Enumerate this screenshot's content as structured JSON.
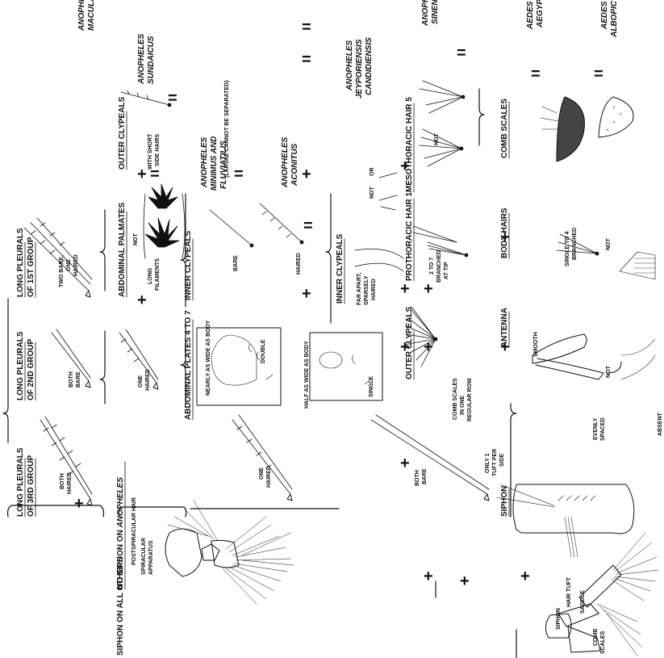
{
  "headings": {
    "no_siphon": "NO SIPHON ON",
    "no_siphon_genus": "ANOPHELES",
    "siphon_all_others": "SIPHON ON ALL OTHERS",
    "long_pleurals_3rd_a": "LONG PLEURALS",
    "long_pleurals_3rd_b": "OF 3RD GROUP",
    "long_pleurals_2nd_a": "LONG PLEURALS",
    "long_pleurals_2nd_b": "OF 2ND GROUP",
    "long_pleurals_1st_a": "LONG PLEURALS",
    "long_pleurals_1st_b": "OF 1ST GROUP",
    "abdominal_plates": "ABDOMINAL PLATES 4 TO 7",
    "abdominal_palmates": "ABDOMINAL PALMATES",
    "inner_clypeals_a": "INNER CLYPEALS",
    "inner_clypeals_b": "INNER CLYPEALS",
    "outer_clypeals_a": "OUTER CLYPEALS",
    "outer_clypeals_b": "OUTER CLYPEALS",
    "prothoracic": "PROTHORACIC HAIR 1",
    "mesothoracic": "MESOTHORACIC HAIR 5",
    "siphon": "SIPHON",
    "antenna": "ANTENNA",
    "body_hairs": "BODY HAIRS",
    "comb_scales": "COMB SCALES"
  },
  "labels": {
    "postspiracular": "POSTSPIRACULAR HAIR",
    "spiracular_a": "SPIRACULAR",
    "spiracular_b": "APPARATUS",
    "hair_tuft": "HAIR TUFT",
    "saddle": "SADDLE",
    "siphon_small": "SIPHON",
    "comb_a": "COMB",
    "comb_b": "SCALES",
    "both_haired_a": "BOTH",
    "both_haired_b": "HAIRED",
    "one_haired_a": "ONE",
    "one_haired_b": "HAIRED",
    "both_bare_a": "BOTH",
    "both_bare_b": "BARE",
    "two_bare_a": "TWO BARE,",
    "two_bare_b": "ONE",
    "two_bare_c": "HAIRED",
    "long_filaments_a": "LONG",
    "long_filaments_b": "FILAMENTS",
    "not": "NOT",
    "or": "OR",
    "nearly_wide": "NEARLY AS WIDE AS BODY",
    "half_wide": "HALF AS WIDE AS BODY",
    "double": "DOUBLE",
    "single": "SINGLE",
    "bare": "BARE",
    "haired": "HAIRED",
    "far_apart_a": "FAR APART,",
    "far_apart_b": "SPARSELY",
    "far_apart_c": "HAIRED",
    "short_side_a": "WITH SHORT",
    "short_side_b": "SIDE HAIRS",
    "two_to_seven_a": "2 TO 7",
    "two_to_seven_b": "BRANCHED",
    "two_to_seven_c": "AT TIP",
    "smooth": "SMOOTH",
    "single_to_4_a": "SINGLE TO 4",
    "single_to_4_b": "BRANCHED",
    "only1_a": "ONLY 1",
    "only1_b": "TUFT PER",
    "only1_c": "SIDE",
    "evenly_a": "EVENLY",
    "evenly_b": "SPACED",
    "comb_row_a": "COMB SCALES",
    "comb_row_b": "IN ONE",
    "comb_row_c": "REGULAR ROW",
    "absent": "ABSENT",
    "larvae_note": "(LARVAE CANNOT BE SEPARATED)"
  },
  "species": {
    "maculatus_a": "ANOPHELES",
    "maculatus_b": "MACULATUS",
    "sundaicus_a": "ANOPHELES",
    "sundaicus_b": "SUNDAICUS",
    "minimus_a": "ANOPHELES",
    "minimus_b": "MINIMUS AND",
    "minimus_c": "FLUVIATILIS",
    "aconitus_a": "ANOPHELES",
    "aconitus_b": "ACONITUS",
    "jeypor_a": "ANOPHELES",
    "jeypor_b": "JEYPORIENSIS",
    "jeypor_c": "CANDIDIENSIS",
    "sinensis_a": "ANOPHELES",
    "sinensis_b": "SINENSIS",
    "aegypti_a": "AEDES",
    "aegypti_b": "AEGYPTI",
    "albopictus_a": "AEDES",
    "albopictus_b": "ALBOPICTUS"
  },
  "symbols": {
    "plus": "+",
    "equals": "="
  }
}
